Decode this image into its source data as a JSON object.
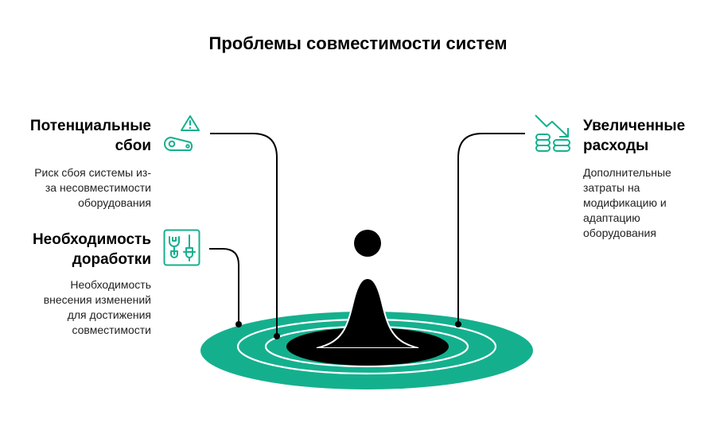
{
  "title": "Проблемы совместимости систем",
  "colors": {
    "accent": "#14b08e",
    "ink": "#000000",
    "background": "#ffffff"
  },
  "items": [
    {
      "id": "potential-failures",
      "heading_line1": "Потенциальные",
      "heading_line2": "сбои",
      "desc_lines": [
        "Риск сбоя системы из-",
        "за несовместимости",
        "оборудования"
      ],
      "icon": "warning-chain-icon",
      "side": "left"
    },
    {
      "id": "rework-needed",
      "heading_line1": "Необходимость",
      "heading_line2": "доработки",
      "desc_lines": [
        "Необходимость",
        "внесения изменений",
        "для достижения",
        "совместимости"
      ],
      "icon": "tools-icon",
      "side": "left"
    },
    {
      "id": "increased-costs",
      "heading_line1": "Увеличенные",
      "heading_line2": "расходы",
      "desc_lines": [
        "Дополнительные",
        "затраты на",
        "модификацию и",
        "адаптацию",
        "оборудования"
      ],
      "icon": "coins-decline-icon",
      "side": "right"
    }
  ]
}
